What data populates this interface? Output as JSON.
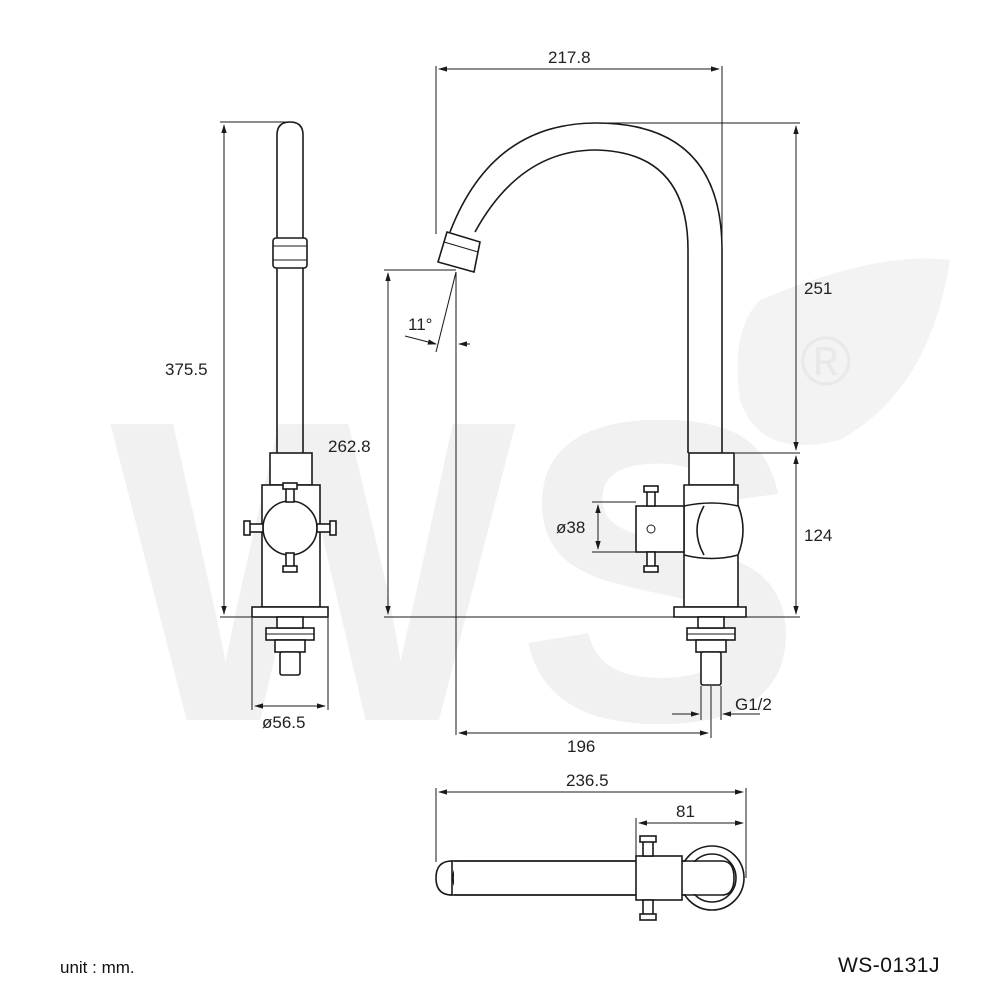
{
  "dimensions": {
    "spout_reach": "217.8",
    "total_height": "375.5",
    "outlet_height": "262.8",
    "spout_height": "251",
    "body_height": "124",
    "handle_diameter": "ø38",
    "base_diameter": "ø56.5",
    "outlet_offset": "196",
    "thread": "G1/2",
    "spout_angle": "11°",
    "top_total_length": "236.5",
    "top_body_length": "81"
  },
  "footer": {
    "unit_label": "unit : mm.",
    "model_code": "WS-0131J"
  },
  "watermark": {
    "letters": "WS",
    "registered_mark": "®",
    "color": "#f0f0f0"
  }
}
